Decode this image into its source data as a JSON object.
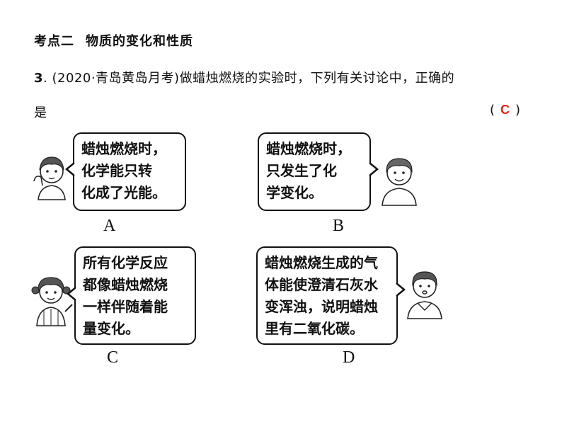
{
  "section": {
    "label": "考点二",
    "name": "物质的变化和性质"
  },
  "question": {
    "number": "3",
    "source": "(2020·青岛黄岛月考)",
    "text_line1": "做蜡烛燃烧的实验时，下列有关讨论中，正确的",
    "text_line2": "是",
    "answer_open": "(",
    "answer": "C",
    "answer_close": ")"
  },
  "options": [
    {
      "label": "A",
      "lines": [
        "蜡烛燃烧时，",
        "化学能只转",
        "化成了光能。"
      ]
    },
    {
      "label": "B",
      "lines": [
        "蜡烛燃烧时，",
        "只发生了化",
        "学变化。"
      ]
    },
    {
      "label": "C",
      "lines": [
        "所有化学反应",
        "都像蜡烛燃烧",
        "一样伴随着能",
        "量变化。"
      ]
    },
    {
      "label": "D",
      "lines": [
        "蜡烛燃烧生成的气",
        "体能使澄清石灰水",
        "变浑浊，说明蜡烛",
        "里有二氧化碳。"
      ]
    }
  ],
  "colors": {
    "answer": "#e1251b",
    "text": "#111111"
  },
  "icons": [
    "girl-thinking-icon",
    "boy-smiling-icon",
    "girl-pointing-icon",
    "boy-talking-icon"
  ]
}
